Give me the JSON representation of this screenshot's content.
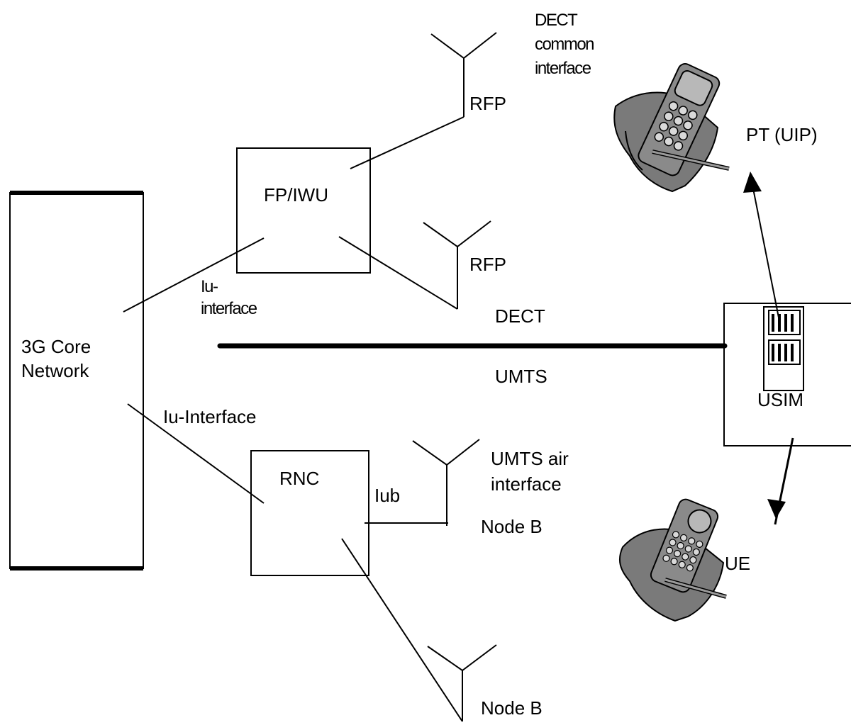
{
  "labels": {
    "core_network_line1": "3G Core",
    "core_network_line2": "Network",
    "fp_iwu": "FP/IWU",
    "rnc": "RNC",
    "usim": "USIM",
    "dect_common_line1": "DECT",
    "dect_common_line2": "common",
    "dect_common_line3": "interface",
    "rfp_top": "RFP",
    "rfp_middle": "RFP",
    "pt_uip": "PT (UIP)",
    "iu_interface_dect_line1": "Iu-",
    "iu_interface_dect_line2": "interface",
    "dect": "DECT",
    "umts": "UMTS",
    "iu_interface_umts": "Iu-Interface",
    "umts_air_line1": "UMTS air",
    "umts_air_line2": "interface",
    "iub": "Iub",
    "node_b_1": "Node B",
    "node_b_2": "Node B",
    "ue": "UE"
  },
  "icons": {
    "dect_handset": "dect-handset-icon",
    "umts_handset": "umts-handset-icon",
    "sim_card": "sim-card-icon",
    "antenna": "antenna-icon"
  }
}
